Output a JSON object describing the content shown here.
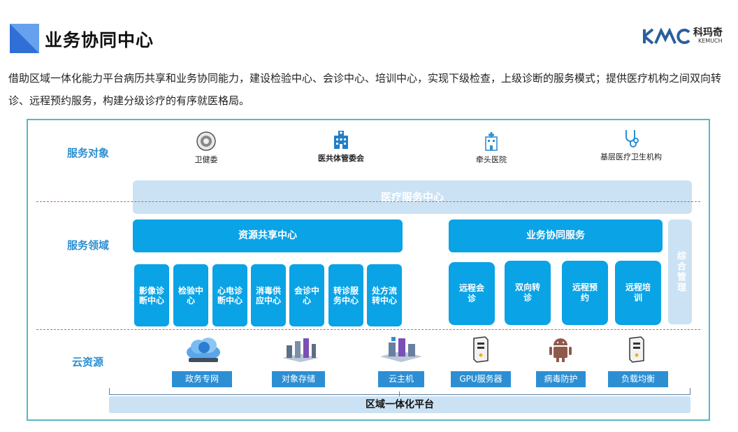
{
  "page_title": "业务协同中心",
  "logo": {
    "name": "科玛奇",
    "sub": "KEMUCH",
    "mark": "KMC"
  },
  "intro": "借助区域一体化能力平台病历共享和业务协同能力，建设检验中心、会诊中心、培训中心，实现下级检查，上级诊断的服务模式；提供医疗机构之间双向转诊、远程预约服务，构建分级诊疗的有序就医格局。",
  "rows": {
    "service_targets": "服务对象",
    "service_domain": "服务领域",
    "cloud": "云资源"
  },
  "targets": [
    {
      "label": "卫健委",
      "icon": "emblem-icon"
    },
    {
      "label": "医共体管委会",
      "icon": "hospital-building-icon"
    },
    {
      "label": "牵头医院",
      "icon": "hospital-icon"
    },
    {
      "label": "基层医疗卫生机构",
      "icon": "stethoscope-icon"
    }
  ],
  "medical_center": "医疗服务中心",
  "resource_center": "资源共享中心",
  "resource_items": [
    "影像诊断中心",
    "检验中心",
    "心电诊断中心",
    "消毒供应中心",
    "会诊中心",
    "转诊服务中心",
    "处方流转中心"
  ],
  "collab_service": "业务协同服务",
  "collab_items": [
    "远程会诊",
    "双向转诊",
    "远程预约",
    "远程培训"
  ],
  "side_label": "综合管理",
  "cloud_items": [
    {
      "label": "政务专网",
      "icon": "cloud-network-icon"
    },
    {
      "label": "对象存储",
      "icon": "storage-icon"
    },
    {
      "label": "云主机",
      "icon": "cloud-host-icon"
    },
    {
      "label": "GPU服务器",
      "icon": "server-icon"
    },
    {
      "label": "病毒防护",
      "icon": "android-shield-icon"
    },
    {
      "label": "负载均衡",
      "icon": "server-icon"
    }
  ],
  "platform": "区域一体化平台",
  "colors": {
    "primary": "#0aa3e6",
    "light": "#cbe2f4",
    "label": "#2e8fd0",
    "frame": "#56b8c6",
    "dash": "#e35a5a"
  }
}
